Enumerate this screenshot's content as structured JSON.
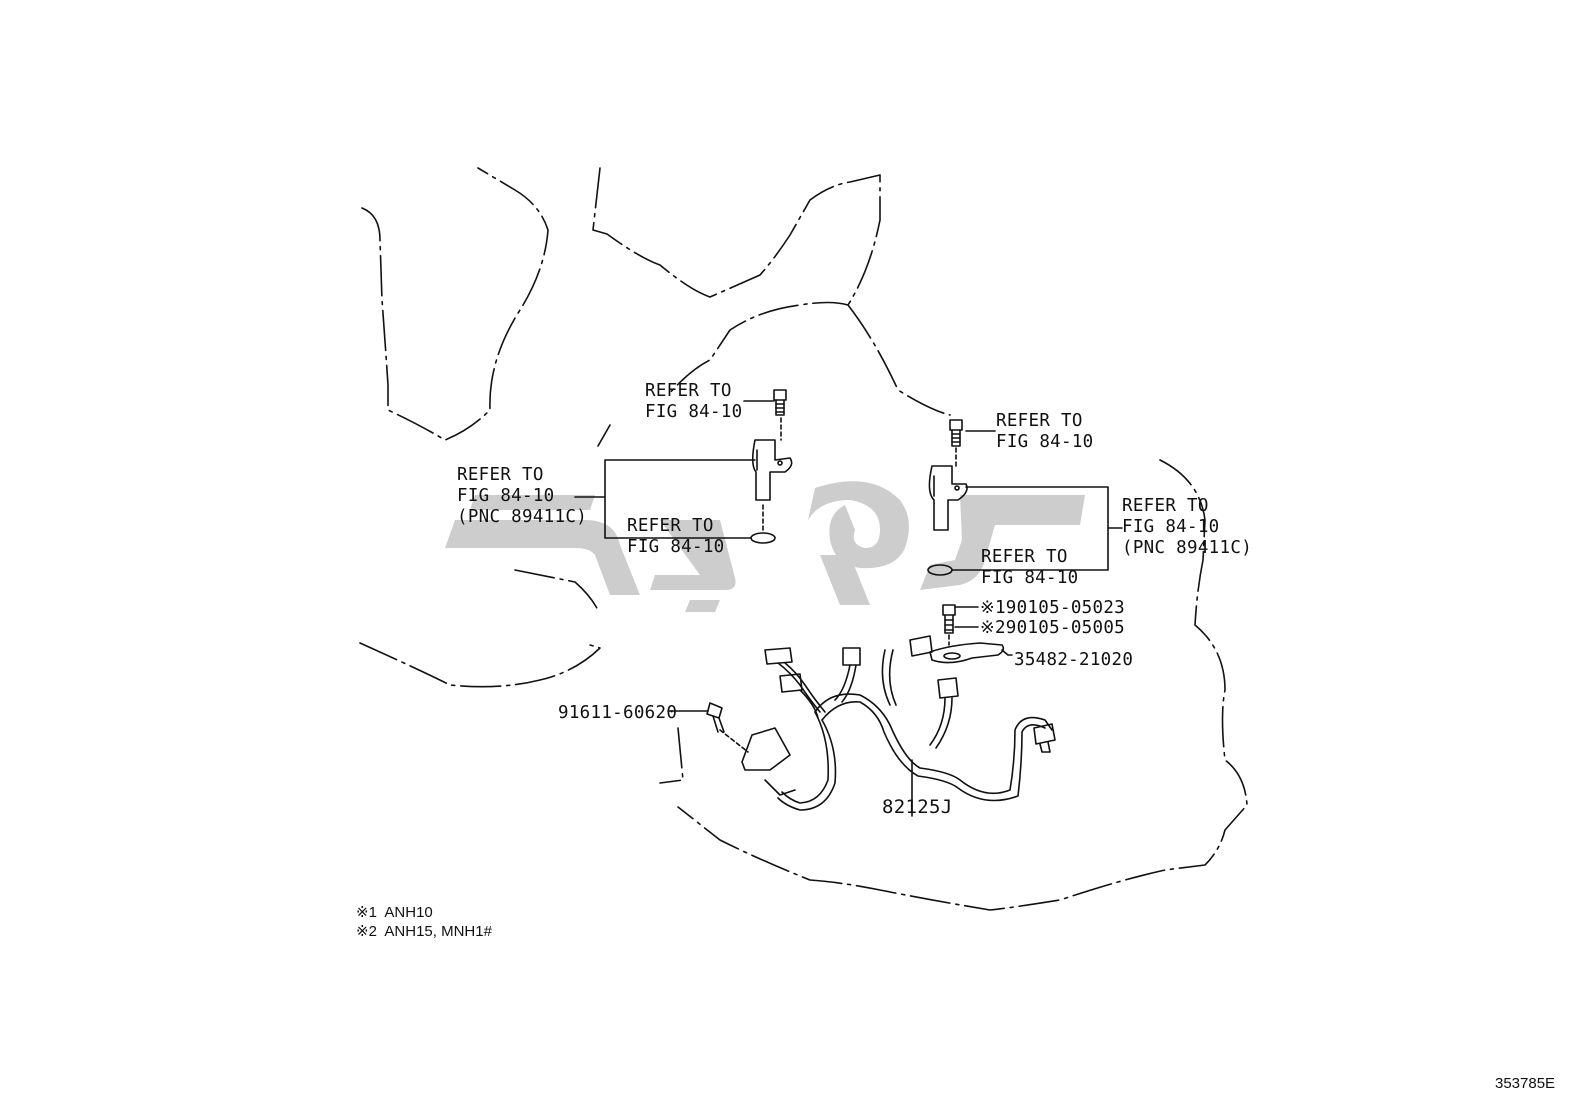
{
  "callouts": {
    "refer_top_left": [
      "REFER TO",
      "FIG 84-10"
    ],
    "refer_pnc_left": [
      "REFER TO",
      "FIG 84-10",
      "(PNC 89411C)"
    ],
    "refer_oring_left": [
      "REFER TO",
      "FIG 84-10"
    ],
    "refer_top_right": [
      "REFER TO",
      "FIG 84-10"
    ],
    "refer_pnc_right": [
      "REFER TO",
      "FIG 84-10",
      "(PNC 89411C)"
    ],
    "refer_oring_right": [
      "REFER TO",
      "FIG 84-10"
    ],
    "bolt_variant_1": "※190105-05023",
    "bolt_variant_2": "※290105-05005",
    "bracket_part": "35482-21020",
    "left_bolt_part": "91611-60620",
    "harness_part": "82125J"
  },
  "notes": {
    "note_1": "※1  ANH10",
    "note_2": "※2  ANH15, MNH1#"
  },
  "figure_id": "353785E",
  "colors": {
    "line": "#111111",
    "watermark": "#c8c8c8"
  }
}
